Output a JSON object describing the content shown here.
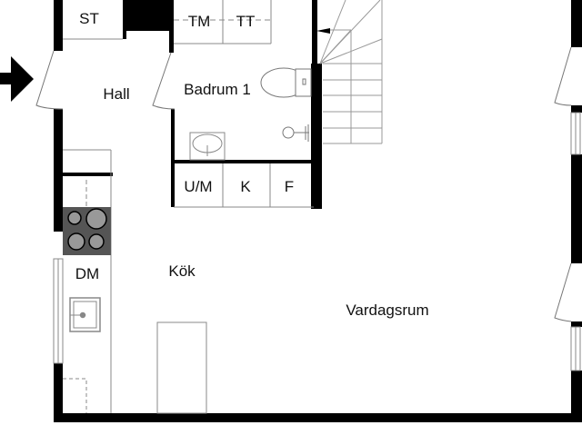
{
  "floorplan": {
    "rooms": {
      "st": "ST",
      "tm": "TM",
      "tt": "TT",
      "hall": "Hall",
      "badrum": "Badrum 1",
      "um": "U/M",
      "k": "K",
      "f": "F",
      "dm": "DM",
      "kok": "Kök",
      "vardagsrum": "Vardagsrum"
    },
    "icons": {
      "entrance": "entrance-arrow-icon",
      "toilet": "toilet-icon",
      "sink": "bathroom-sink-icon",
      "shower": "shower-icon",
      "stove": "stove-icon",
      "kitchen_sink": "kitchen-sink-icon",
      "stairs": "staircase-icon"
    },
    "colors": {
      "wall": "#000000",
      "line": "#888888",
      "stove": "#555555",
      "burner": "#999999"
    }
  }
}
